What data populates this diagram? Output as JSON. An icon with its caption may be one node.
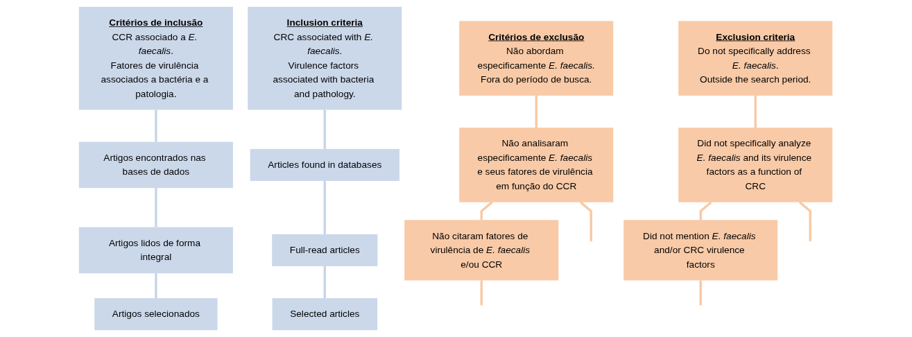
{
  "diagram": {
    "nodes": [
      {
        "text": [
          "Critérios de inclusão",
          "CCR associado a *E. faecalis*.",
          "Fatores de virulência associados a bactéria e a patologia."
        ]
      },
      {
        "text": [
          "Critérios de exclusão",
          "Não abordam especificamente *E. faecalis.*",
          "Fora do período de busca."
        ]
      },
      {
        "text": [
          "Artigos encontrados nas bases de dados"
        ]
      },
      {
        "text": [
          "Não analisaram especificamente *E. faecalis* e seus fatores de virulência em função do CCR"
        ]
      },
      {
        "text": [
          "Artigos lidos de forma integral"
        ]
      },
      {
        "text": [
          "Não citaram fatores de virulência de *E. faecalis* e/ou CCR"
        ]
      },
      {
        "text": [
          "Artigos selecionados"
        ]
      },
      {
        "text": [
          "Inclusion criteria",
          "CRC associated with *E. faecalis*.",
          "Virulence factors associated with bacteria and pathology."
        ]
      },
      {
        "text": [
          "Exclusion criteria",
          "Do not specifically address *E. faecalis*.",
          "Outside the search period."
        ]
      },
      {
        "text": [
          "Articles found in databases"
        ]
      },
      {
        "text": [
          "Did not specifically analyze *E. faecalis* and its virulence factors as a function of CRC"
        ]
      },
      {
        "text": [
          "Full-read articles"
        ]
      },
      {
        "text": [
          "Did not mention *E. faecalis* and/or CRC virulence factors"
        ]
      },
      {
        "text": [
          "Selected articles"
        ]
      }
    ],
    "edges": [
      {
        "from": 0,
        "to": 2,
        "arrow": "none",
        "color": "#c5d5ea"
      },
      {
        "from": 2,
        "to": 4,
        "arrow": "none",
        "color": "#c5d5ea"
      },
      {
        "from": 4,
        "to": 6,
        "arrow": "none",
        "color": "#c5d5ea"
      },
      {
        "from": 1,
        "to": 3,
        "arrow": "none",
        "color": "#f8c9a4"
      },
      {
        "from": 3,
        "to": 5,
        "arrow": "none",
        "color": "#f8c9a4"
      },
      {
        "from": 3,
        "to": null,
        "arrow": "none",
        "color": "#f8c9a4"
      },
      {
        "from": 5,
        "to": null,
        "arrow": "none",
        "color": "#f8c9a4"
      },
      {
        "from": 7,
        "to": 9,
        "arrow": "none",
        "color": "#c5d5ea"
      },
      {
        "from": 9,
        "to": 11,
        "arrow": "none",
        "color": "#c5d5ea"
      },
      {
        "from": 11,
        "to": 13,
        "arrow": "none",
        "color": "#c5d5ea"
      },
      {
        "from": 8,
        "to": 10,
        "arrow": "none",
        "color": "#f8c9a4"
      },
      {
        "from": 10,
        "to": 12,
        "arrow": "none",
        "color": "#f8c9a4"
      },
      {
        "from": 10,
        "to": null,
        "arrow": "none",
        "color": "#f8c9a4"
      },
      {
        "from": 12,
        "to": null,
        "arrow": "none",
        "color": "#f8c9a4"
      }
    ]
  }
}
